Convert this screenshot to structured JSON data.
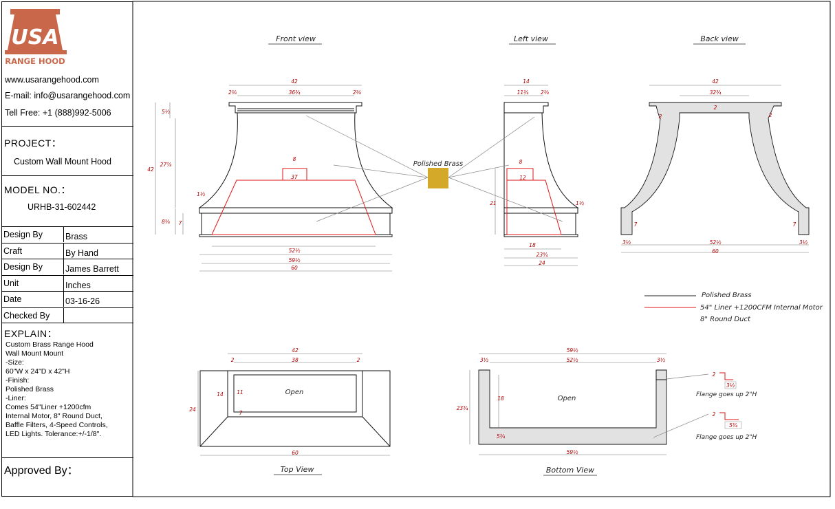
{
  "brand": {
    "logo_text": "USA",
    "logo_subtext": "RANGE HOOD",
    "accent_color": "#c8674a"
  },
  "contact": {
    "website": "www.usarangehood.com",
    "email": "E-mail: info@usarangehood.com",
    "phone": "Tell Free: +1 (888)992-5006"
  },
  "project": {
    "label": "PROJECT：",
    "value": "Custom Wall Mount Hood"
  },
  "model": {
    "label": "MODEL NO.：",
    "value": "URHB-31-602442"
  },
  "details": [
    {
      "label": "Design By",
      "value": "Brass"
    },
    {
      "label": "Craft",
      "value": "By Hand"
    },
    {
      "label": "Design By",
      "value": "James Barrett"
    },
    {
      "label": "Unit",
      "value": "Inches"
    },
    {
      "label": "Date",
      "value": "03-16-26"
    },
    {
      "label": "Checked By",
      "value": ""
    }
  ],
  "explain": {
    "label": "EXPLAIN：",
    "lines": [
      "Custom Brass Range Hood",
      "Wall Mount Mount",
      "-Size:",
      "60\"W x 24\"D x 42\"H",
      "-Finish:",
      "Polished Brass",
      "-Liner:",
      "Comes 54\"Liner +1200cfm",
      "Internal Motor, 8\" Round Duct,",
      "Baffle Filters, 4-Speed Controls,",
      "LED Lights. Tolerance:+/-1/8\"."
    ]
  },
  "approved": {
    "label": "Approved By："
  },
  "views": {
    "front": "Front view",
    "left": "Left view",
    "back": "Back view",
    "top": "Top View",
    "bottom": "Bottom View"
  },
  "material_label": "Polished Brass",
  "swatch_color": "#d4a92a",
  "legend": {
    "black_line": "Polished Brass",
    "red_line_1": "54\" Liner +1200CFM Internal Motor",
    "red_line_2": "8\" Round Duct",
    "black_color": "#222222",
    "red_color": "#e01515"
  },
  "dims": {
    "front": {
      "top_w": "42",
      "inner_w": "36¾",
      "left_lip": "2⅜",
      "right_lip": "2⅜",
      "collar_h": "5½",
      "total_h": "42",
      "body_h": "27⅞",
      "duct": "8",
      "liner_top": "37",
      "flare": "1½",
      "band_h": "8⅜",
      "band_inner": "7",
      "w1": "52½",
      "w2": "59½",
      "w3": "60"
    },
    "left": {
      "top": "14",
      "inner": "11¾",
      "lip": "2⅜",
      "duct": "8",
      "liner_h": "21",
      "liner_top": "12",
      "flare": "1½",
      "d1": "18",
      "d2": "23¾",
      "d3": "24"
    },
    "back": {
      "top": "42",
      "inner": "32¾",
      "thick": "2",
      "side_l": "2",
      "side_r": "2",
      "band": "7",
      "band_r": "7",
      "edge_l": "3½",
      "edge_r": "3½",
      "w1": "52½",
      "w2": "60"
    },
    "top": {
      "w_top": "42",
      "w_inner": "38",
      "edge_l": "2",
      "edge_r": "2",
      "d_in": "14",
      "d_in2": "11",
      "thick": "7",
      "depth": "24",
      "w_total": "60"
    },
    "bottom": {
      "w1": "59½",
      "w2": "52½",
      "edge_l": "3½",
      "edge_r": "3½",
      "depth": "23¾",
      "inner_d": "18",
      "back": "5¾",
      "w_bottom": "59½",
      "flange1_a": "2",
      "flange1_b": "3½",
      "flange2_a": "2",
      "flange2_b": "5¾"
    }
  },
  "labels": {
    "open_top": "Open",
    "open_bottom": "Open",
    "flange_1": "Flange goes up 2\"H",
    "flange_2": "Flange goes up 2\"H"
  }
}
